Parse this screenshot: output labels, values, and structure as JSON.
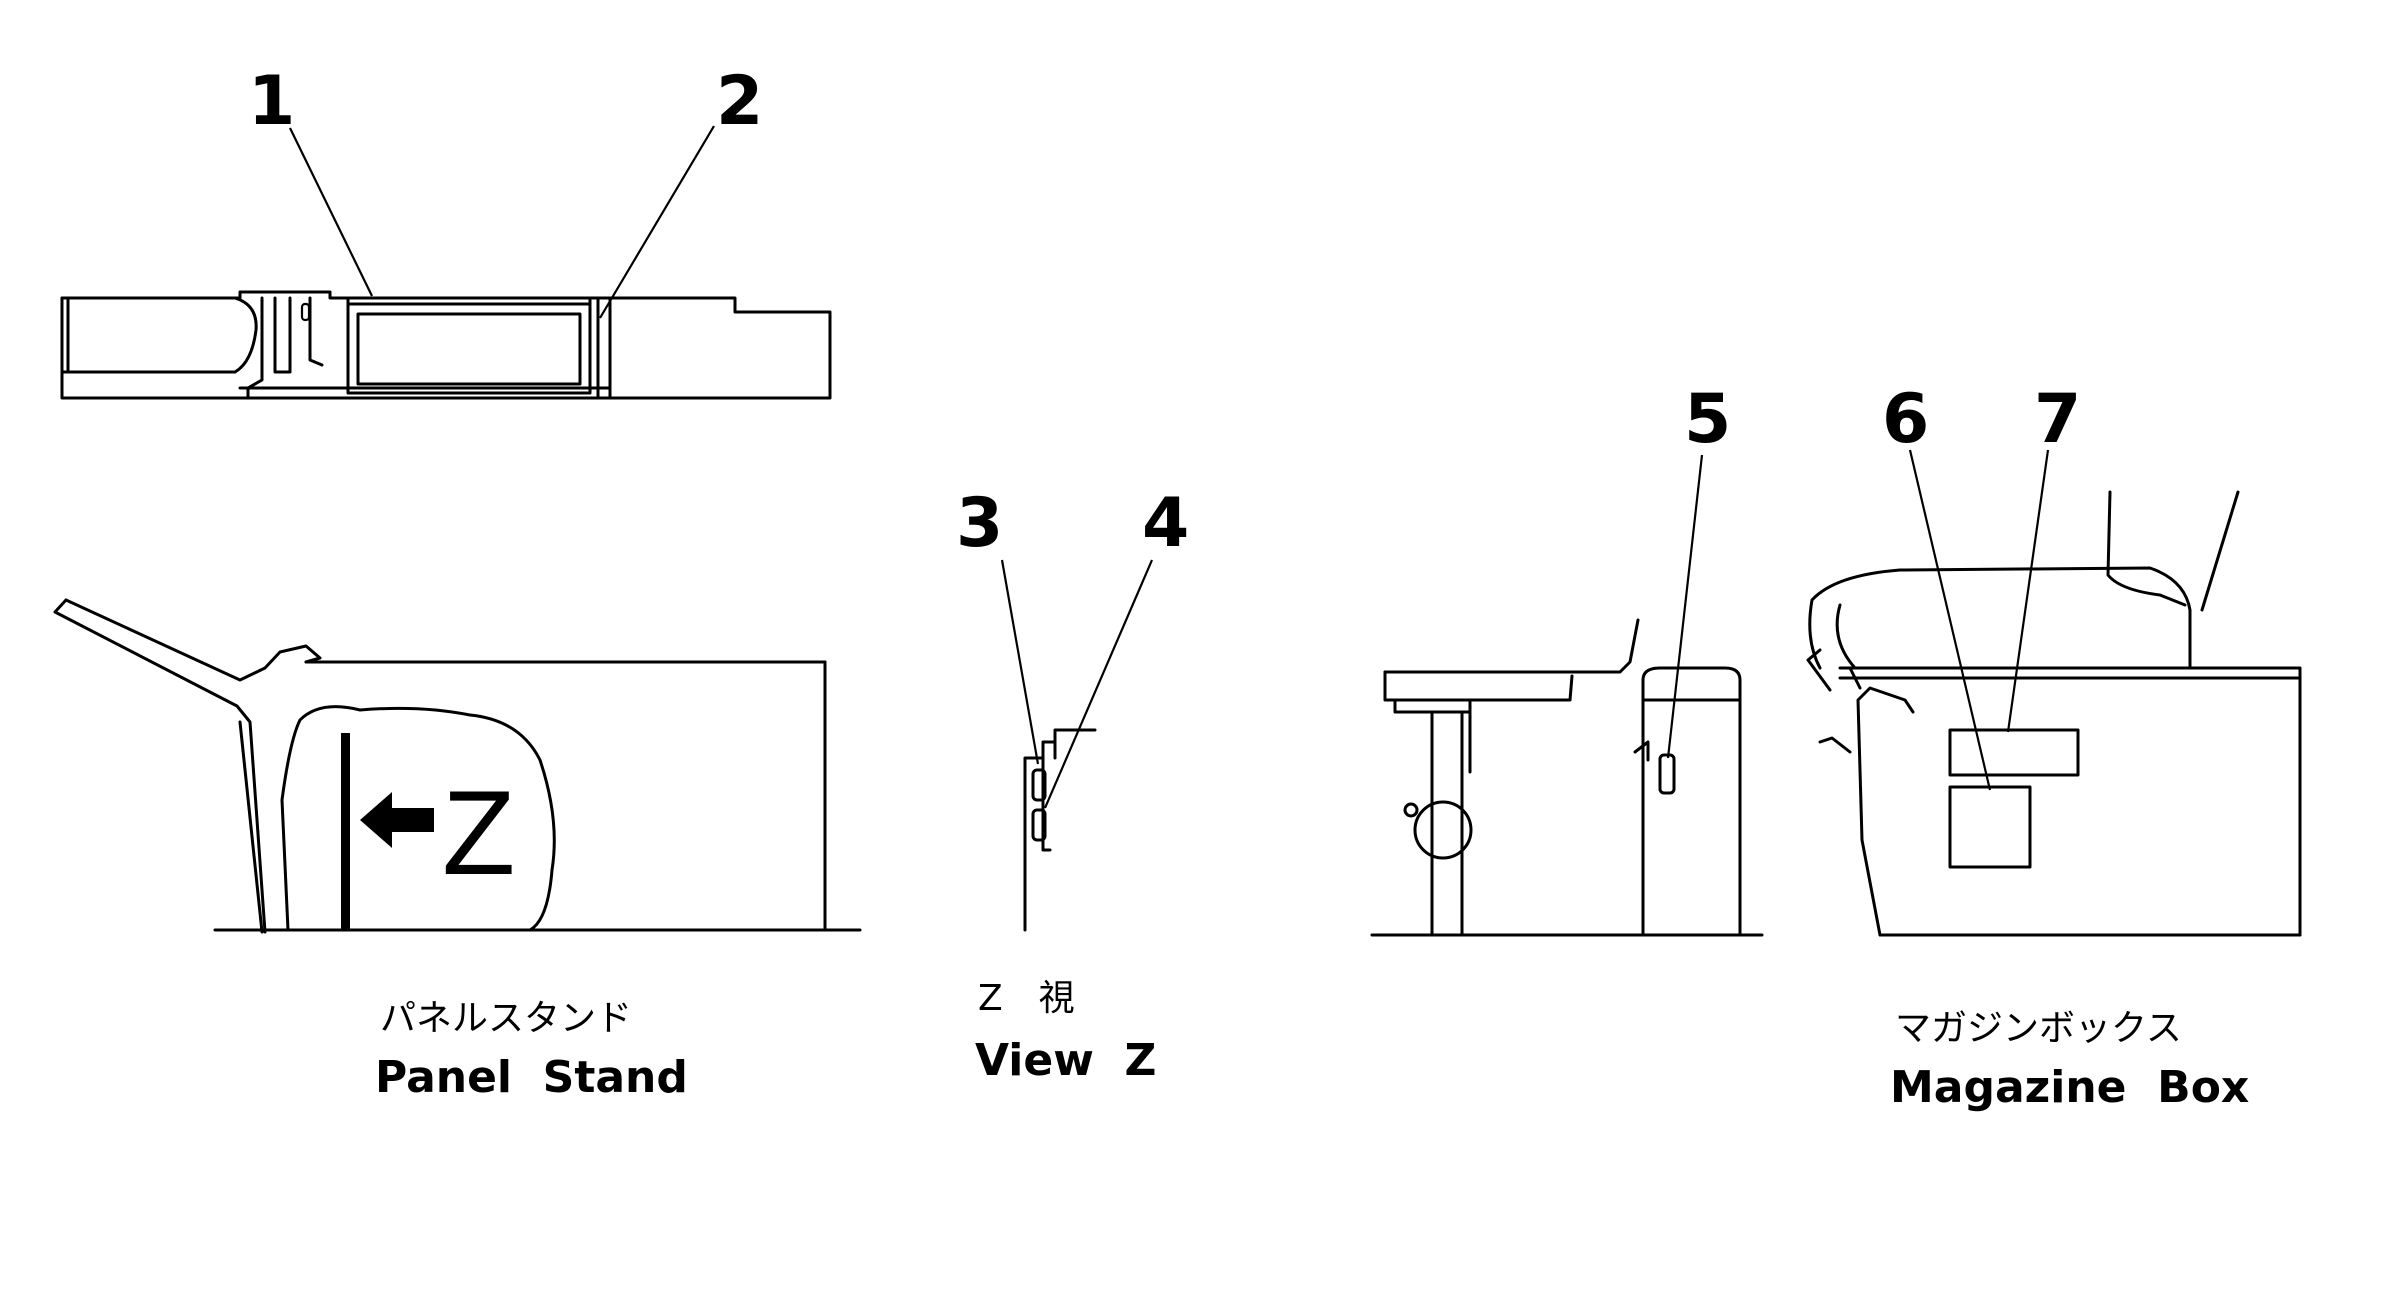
{
  "callouts": [
    "1",
    "2",
    "3",
    "4",
    "5",
    "6",
    "7"
  ],
  "view_marker": "Z",
  "captions": {
    "panel_stand_jp": "パネルスタンド",
    "panel_stand_en": "Panel  Stand",
    "view_z_jp": "Z　視",
    "view_z_en": "View  Z",
    "magazine_box_jp": "マガジンボックス",
    "magazine_box_en": "Magazine  Box"
  }
}
